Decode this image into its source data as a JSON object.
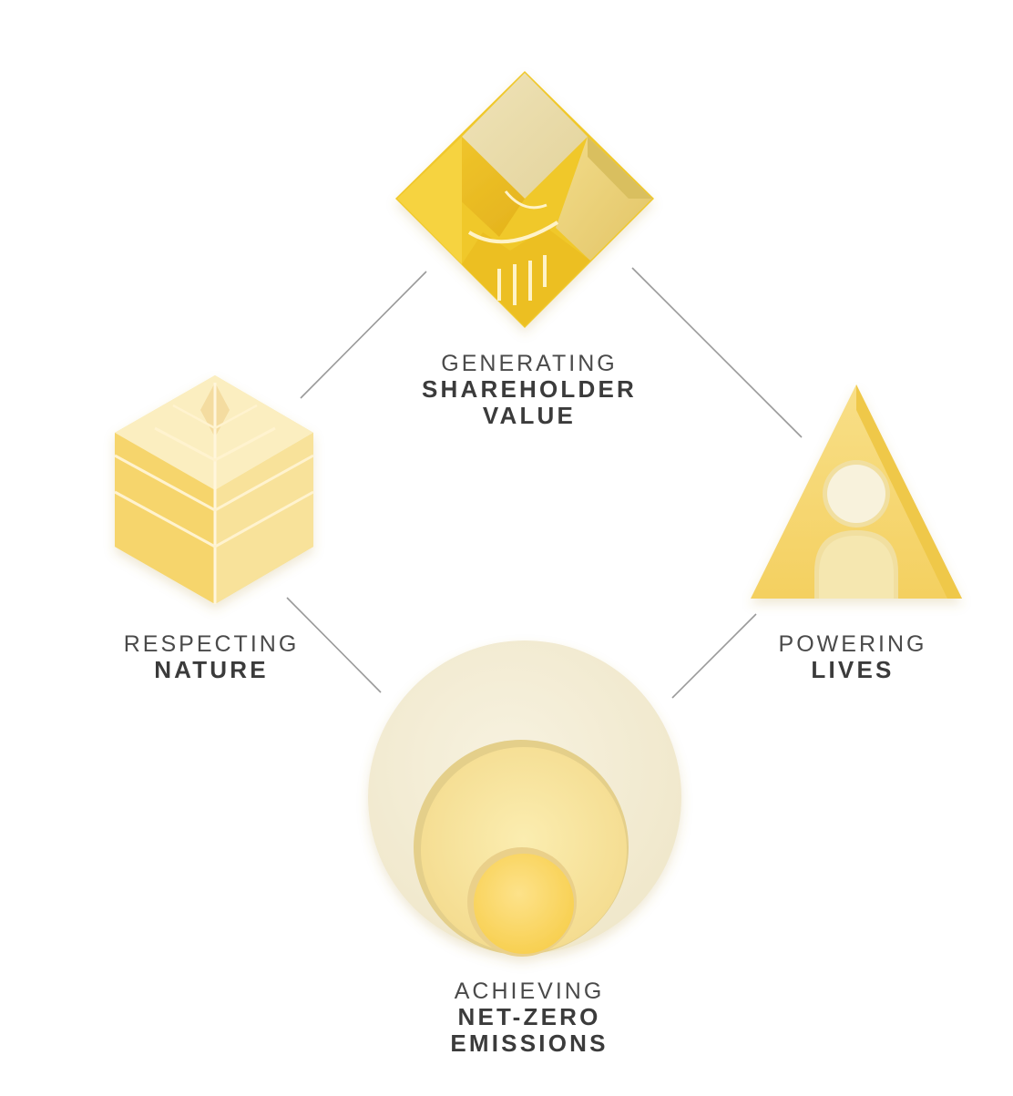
{
  "pillars": {
    "shareholder": {
      "light": "GENERATING",
      "bold": [
        "SHAREHOLDER",
        "VALUE"
      ],
      "icon": "handshake-diamond-icon"
    },
    "nature": {
      "light": "RESPECTING",
      "bold": [
        "NATURE"
      ],
      "icon": "leaf-hexagon-icon"
    },
    "lives": {
      "light": "POWERING",
      "bold": [
        "LIVES"
      ],
      "icon": "person-triangle-icon"
    },
    "emissions": {
      "light": "ACHIEVING",
      "bold": [
        "NET-ZERO",
        "EMISSIONS"
      ],
      "icon": "nested-circles-icon"
    }
  },
  "colors": {
    "connector": "#9a9a9a",
    "gold_dark": "#e8b820",
    "gold": "#f5cf3a",
    "gold_light": "#f8df7a",
    "cream": "#f3ecd2",
    "text": "#3b3b3b"
  }
}
